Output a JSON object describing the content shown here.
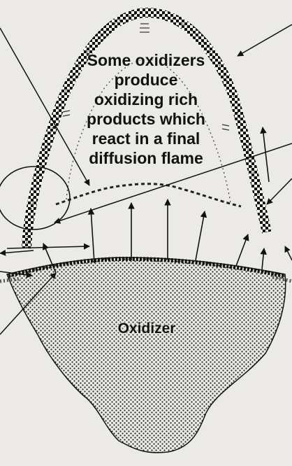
{
  "caption": {
    "lines": [
      "Some oxidizers",
      "produce",
      "oxidizing rich",
      "products which",
      "react in a final",
      "diffusion flame"
    ]
  },
  "oxidizer_label": "Oxidizer",
  "colors": {
    "background": "#eceae6",
    "ink": "#111111",
    "particle_fill": "#f7f6f3"
  }
}
